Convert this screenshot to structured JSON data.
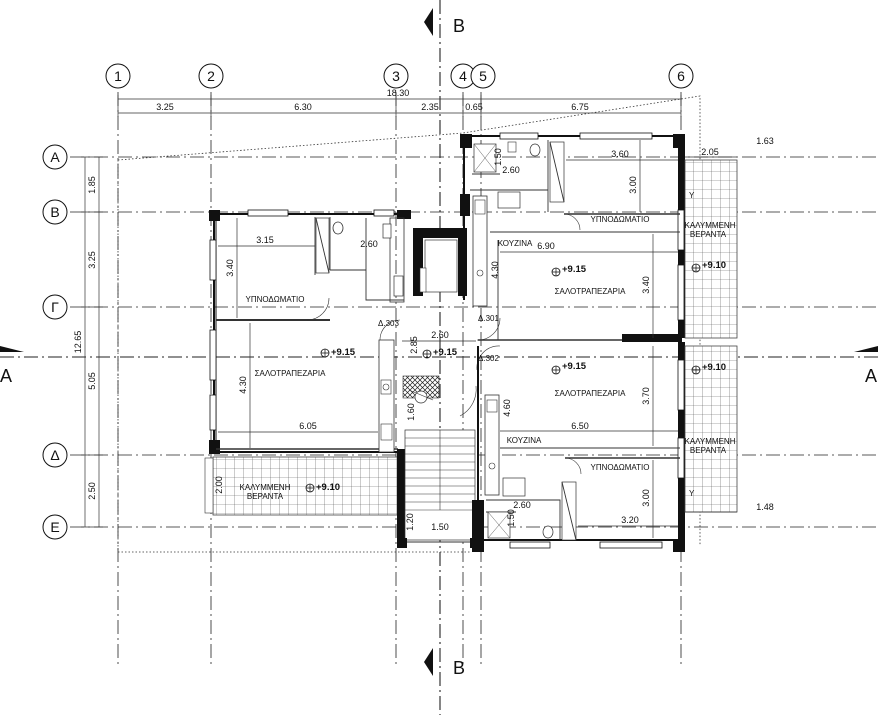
{
  "grid_columns": [
    {
      "id": "1",
      "label": "1"
    },
    {
      "id": "2",
      "label": "2"
    },
    {
      "id": "3",
      "label": "3"
    },
    {
      "id": "4",
      "label": "4"
    },
    {
      "id": "5",
      "label": "5"
    },
    {
      "id": "6",
      "label": "6"
    }
  ],
  "grid_rows": [
    {
      "id": "A",
      "label": "A"
    },
    {
      "id": "B",
      "label": "B"
    },
    {
      "id": "G",
      "label": "Γ"
    },
    {
      "id": "D",
      "label": "Δ"
    },
    {
      "id": "E",
      "label": "E"
    }
  ],
  "section_marks": {
    "top": "B",
    "bottom": "B",
    "left": "A",
    "right": "A"
  },
  "top_dimensions": {
    "total": "18.30",
    "segments": [
      "3.25",
      "6.30",
      "2.35",
      "0.65",
      "6.75"
    ]
  },
  "left_dimensions": {
    "total": "12.65",
    "segments": [
      "1.85",
      "3.25",
      "5.05",
      "2.50"
    ]
  },
  "rooms": {
    "bedroom": "ΥΠΝΟΔΩΜΑΤΙΟ",
    "living": "ΣΑΛΟΤΡΑΠΕΖΑΡΙΑ",
    "kitchen": "ΚΟΥΖΙΝΑ",
    "veranda_line1": "ΚΑΛΥΜΜΕΝΗ",
    "veranda_line2": "ΒΕΡΑΝΤΑ"
  },
  "levels": {
    "floor": "+9.15",
    "veranda": "+9.10"
  },
  "door_tags": {
    "d301": "Δ.301",
    "d302": "Δ.302",
    "d303": "Δ.303"
  },
  "room_dims": {
    "l_bed_w": "3.15",
    "l_bed_h": "3.40",
    "l_bath": "2.60",
    "l_living_w": "6.05",
    "l_living_h": "4.30",
    "corridor_w": "2.60",
    "corridor_h": "2.85",
    "stair_h": "1.60",
    "lift_w": "1.50",
    "lift_h": "1.20",
    "l_ver_h": "2.00",
    "tr_bed_w": "3.60",
    "tr_bed_h": "3.00",
    "tr_bath": "2.60",
    "tr_bath_h": "1.50",
    "tr_living_w": "6.90",
    "tr_living_h": "3.40",
    "tr_kit_h": "4.30",
    "br_living_w": "6.50",
    "br_living_h": "3.70",
    "br_kit_h": "4.60",
    "br_bed_w": "3.20",
    "br_bed_h": "3.00",
    "br_bath": "2.60",
    "br_bath_h": "1.50",
    "ver_top_w": "2.05",
    "ver_off_top": "1.63",
    "ver_off_bot": "1.48"
  },
  "marks": {
    "y": "Y"
  }
}
